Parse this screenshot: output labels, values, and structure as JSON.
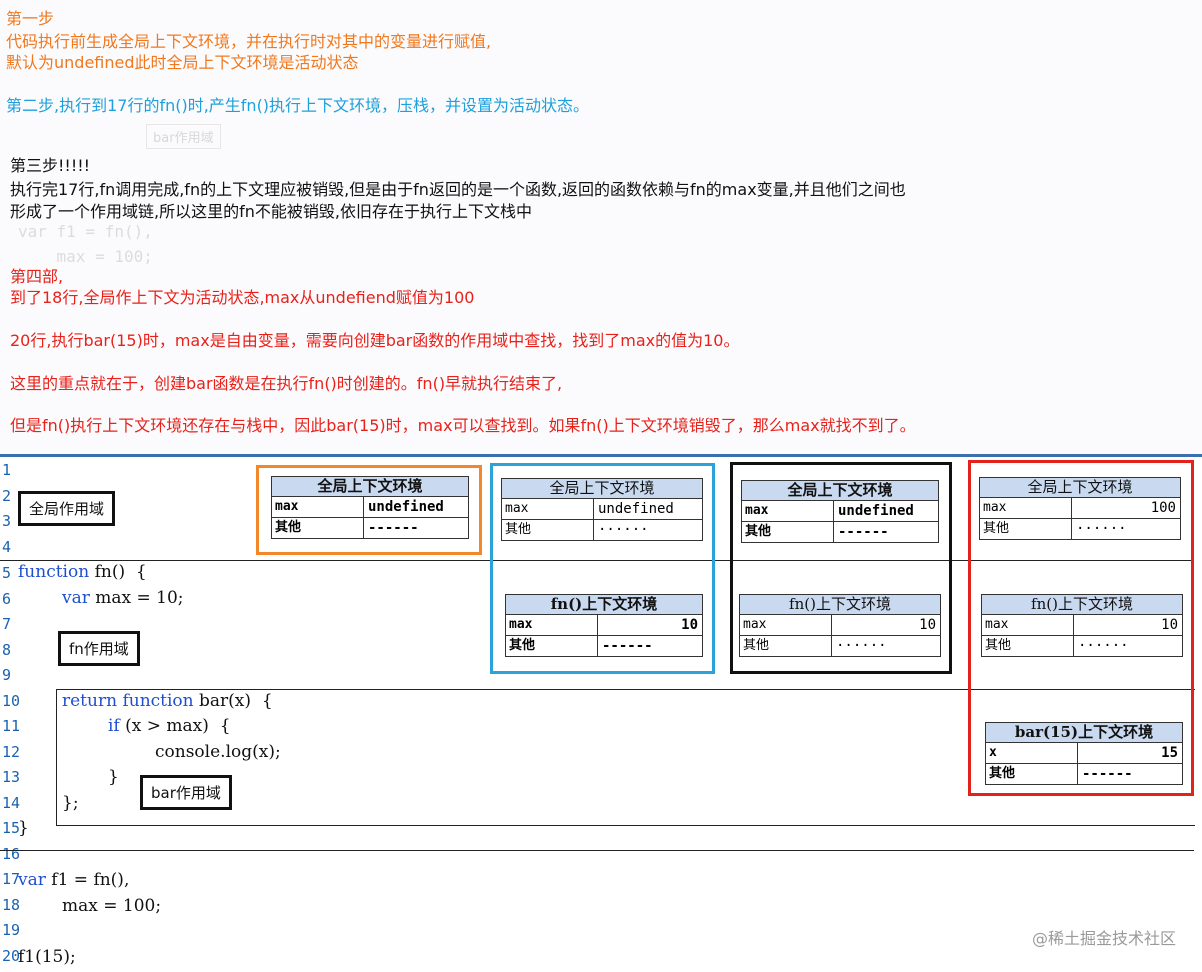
{
  "notes": {
    "step1": {
      "title": "第一步",
      "line1": "代码执行前生成全局上下文环境，并在执行时对其中的变量进行赋值,",
      "line2": "默认为undefined此时全局上下文环境是活动状态"
    },
    "step2": "第二步,执行到17行的fn()时,产生fn()执行上下文环境，压栈，并设置为活动状态。",
    "step3": {
      "title": "第三步!!!!!",
      "line1": "执行完17行,fn调用完成,fn的上下文理应被销毁,但是由于fn返回的是一个函数,返回的函数依赖与fn的max变量,并且他们之间也",
      "line2": "形成了一个作用域链,所以这里的fn不能被销毁,依旧存在于执行上下文栈中"
    },
    "step4": {
      "title": "第四部,",
      "line1": "到了18行,全局作上下文为活动状态,max从undefiend赋值为100",
      "line2": "20行,执行bar(15)时，max是自由变量，需要向创建bar函数的作用域中查找，找到了max的值为10。",
      "line3": "这里的重点就在于，创建bar函数是在执行fn()时创建的。fn()早就执行结束了,",
      "line4": "但是fn()执行上下文环境还存在与栈中，因此bar(15)时，max可以查找到。如果fn()上下文环境销毁了，那么max就找不到了。"
    },
    "ghost": {
      "bar_label": "bar作用域",
      "code_a": "var f1 = fn(),",
      "code_b": "    max = 100;"
    }
  },
  "code": {
    "line_numbers": [
      "1",
      "2",
      "3",
      "4",
      "5",
      "6",
      "7",
      "8",
      "9",
      "10",
      "11",
      "12",
      "13",
      "14",
      "15",
      "16",
      "17",
      "18",
      "19",
      "20"
    ],
    "lines": {
      "l5_kw": "function",
      "l5_rest": " fn()  {",
      "l6_kw": "var",
      "l6_rest": " max = 10;",
      "l10_kw1": "return",
      "l10_kw2": "function",
      "l10_rest": " bar(x)  {",
      "l11_kw": "if",
      "l11_rest": " (x > max)  {",
      "l12": "console.log(x);",
      "l13": "}",
      "l14": "};",
      "l15": "}",
      "l17_kw": "var",
      "l17_rest": " f1 = fn(),",
      "l18": "max = 100;",
      "l20": "f1(15);"
    },
    "scopes": {
      "global": "全局作用域",
      "fn": "fn作用域",
      "bar": "bar作用域"
    }
  },
  "contexts": {
    "global_title": "全局上下文环境",
    "fn_title": "fn()上下文环境",
    "bar_title": "bar(15)上下文环境",
    "max_key": "max",
    "other_key": "其他",
    "x_key": "x",
    "undefined_val": "undefined",
    "dots": "------",
    "dots2": "······",
    "ten": "10",
    "hundred": "100",
    "fifteen": "15"
  },
  "colors": {
    "orange_group": "#f2882a",
    "blue_group": "#2aa3db",
    "black_group": "#111111",
    "red_group": "#e3221c"
  },
  "watermark": "@稀土掘金技术社区"
}
